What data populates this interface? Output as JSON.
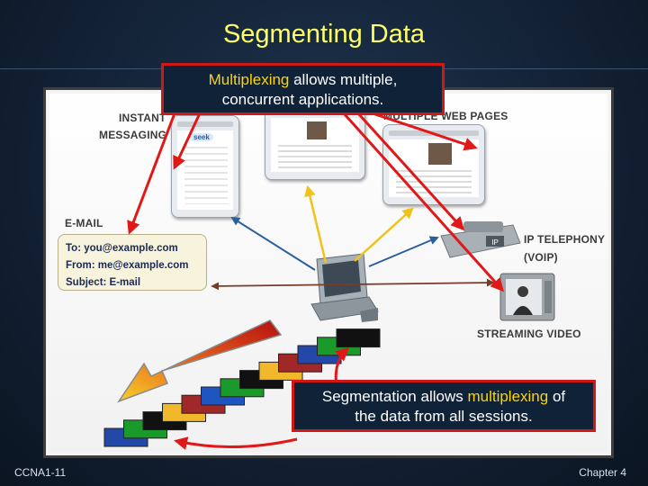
{
  "slide": {
    "title": "Segmenting Data",
    "footer_left": "CCNA1-11",
    "footer_right": "Chapter 4"
  },
  "callout_top": {
    "highlight": "Multiplexing",
    "line1_rest": " allows multiple,",
    "line2": "concurrent applications."
  },
  "callout_bottom": {
    "line1_pre": "Segmentation allows ",
    "highlight": "multiplexing",
    "line1_post": " of",
    "line2": "the data from all sessions."
  },
  "diagram": {
    "labels": {
      "instant_messaging_1": "INSTANT",
      "instant_messaging_2": "MESSAGING",
      "web_pages": "MULTIPLE WEB PAGES",
      "email": "E-MAIL",
      "ip_telephony": "IP TELEPHONY",
      "voip": "(VOIP)",
      "streaming_video": "STREAMING VIDEO",
      "phone_badge": "IP",
      "im_logo": "seek"
    },
    "email": {
      "to": "To: you@example.com",
      "from": "From: me@example.com",
      "subject": "Subject: E-mail"
    }
  },
  "colors": {
    "title": "#ffff66",
    "highlight": "#ffd400",
    "callout_border": "#d01818",
    "arrow_red": "#e01818",
    "arrow_blue": "#2b5f9e",
    "arrow_yellow": "#f0c21a",
    "arrow_brown": "#7a3a2a",
    "segment_colors": [
      "#2348a8",
      "#1a9a2a",
      "#111111",
      "#f0b82a",
      "#a02828",
      "#1f55c0",
      "#1a9a2a",
      "#111111",
      "#f0b82a",
      "#a02828"
    ]
  }
}
